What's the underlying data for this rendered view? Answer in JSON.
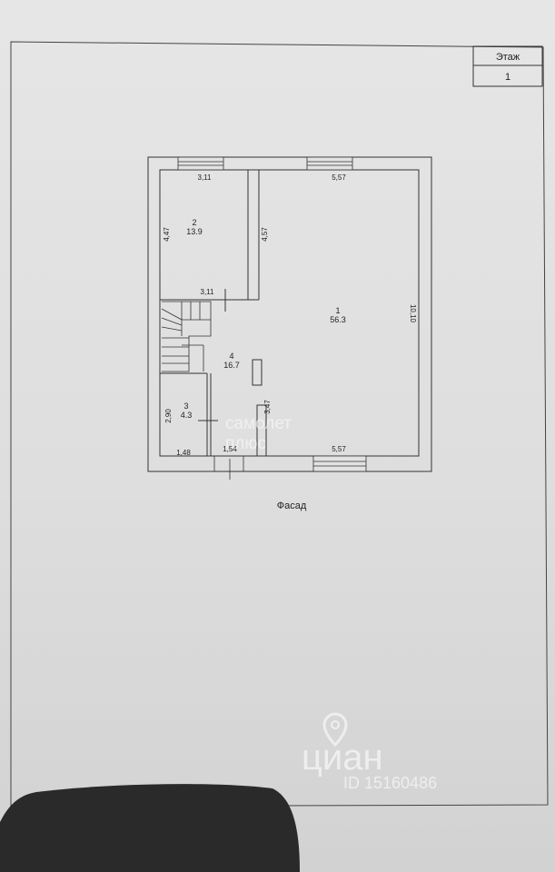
{
  "stamp": {
    "header": "Этаж",
    "value": "1"
  },
  "facade_label": "Фасад",
  "rooms": [
    {
      "number": "1",
      "area": "56.3"
    },
    {
      "number": "2",
      "area": "13.9"
    },
    {
      "number": "3",
      "area": "4.3"
    },
    {
      "number": "4",
      "area": "16.7"
    }
  ],
  "dimensions": {
    "room2_top": "3,11",
    "room2_side": "4,47",
    "room2_bottom": "3,11",
    "partition_height": "4,57",
    "room1_top": "5,57",
    "room1_bottom": "5,57",
    "room1_side": "10,10",
    "room3_side": "2,90",
    "room3_bottom": "1,48",
    "door_width": "1,54",
    "room4_side": "3,47"
  },
  "watermarks": {
    "samolet_line1": "самолет",
    "samolet_line2": "плюс",
    "cian": "циан",
    "cian_id": "ID 15160486"
  }
}
